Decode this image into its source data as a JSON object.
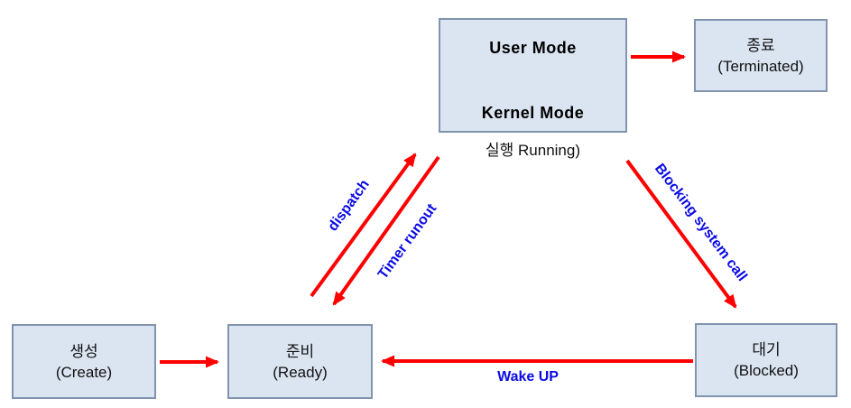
{
  "states": {
    "running": {
      "mode_top": "User Mode",
      "mode_bottom": "Kernel Mode",
      "caption": "실행 Running)"
    },
    "terminated": {
      "name": "종료",
      "label": "(Terminated)"
    },
    "create": {
      "name": "생성",
      "label": "(Create)"
    },
    "ready": {
      "name": "준비",
      "label": "(Ready)"
    },
    "blocked": {
      "name": "대기",
      "label": "(Blocked)"
    }
  },
  "transitions": {
    "dispatch": "dispatch",
    "timer_runout": "Timer runout",
    "blocking_system_call": "Blocking system call",
    "wake_up": "Wake UP"
  },
  "colors": {
    "box_fill": "#dbe5f1",
    "box_border": "#8194ae",
    "arrow_red": "#ff0000",
    "arrow_blue": "#0a0ae6",
    "label_blue": "#0a0ae6",
    "text_black": "#111111"
  }
}
